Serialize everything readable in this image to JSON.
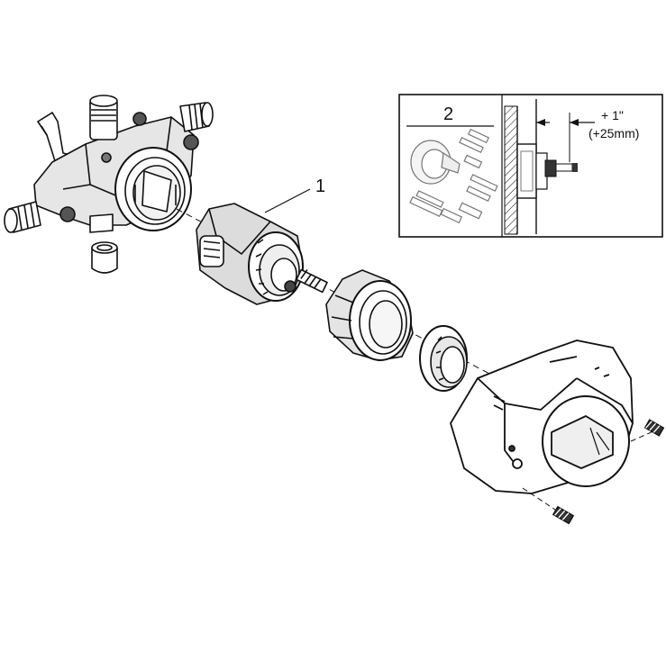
{
  "callouts": {
    "part_1": "1",
    "inset_2": "2"
  },
  "dimension": {
    "imperial": "+ 1\"",
    "metric": "(+25mm)"
  },
  "colors": {
    "line": "#111111",
    "shade": "#d9d9d9",
    "dark": "#333333",
    "paper": "#ffffff"
  }
}
